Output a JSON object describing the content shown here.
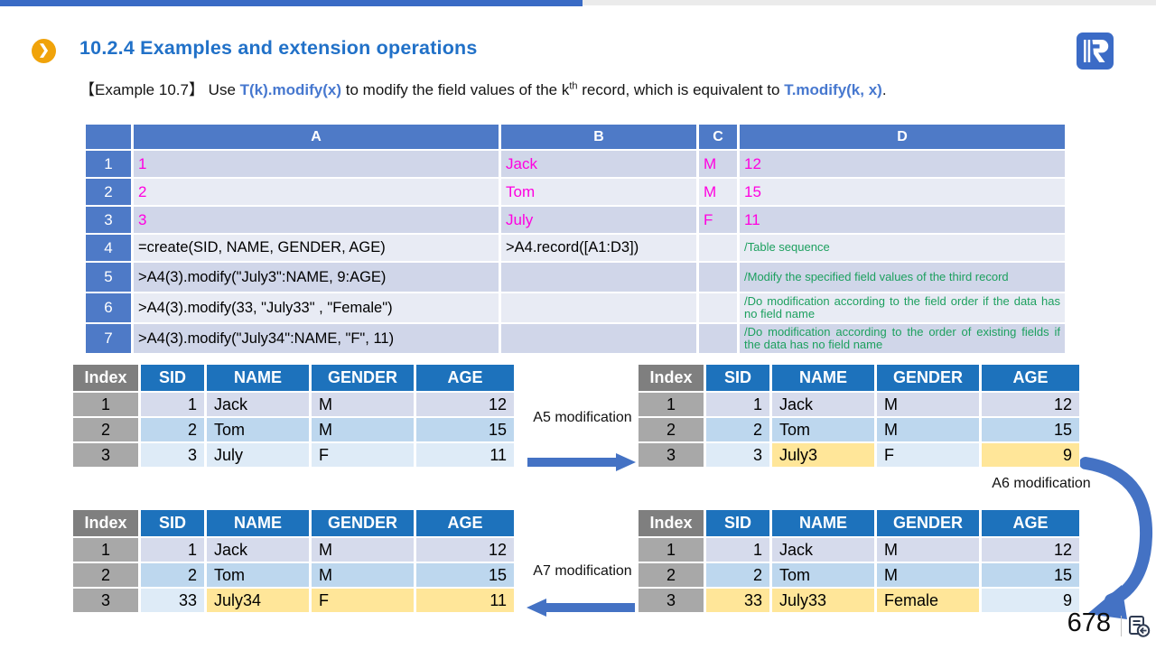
{
  "colors": {
    "accent_blue": "#2171C8",
    "bar_blue": "#3A6BC5",
    "bar_gray": "#EBEBEB",
    "sheet_header_blue": "#4E7AC7",
    "sheet_band_dark": "#D0D6E9",
    "sheet_band_light": "#E8EBF4",
    "value_magenta": "#FF00E0",
    "comment_green": "#1DA05F",
    "result_header_blue": "#1D72BC",
    "index_header_gray": "#7F7F7F",
    "index_cell_gray": "#A8A8A8",
    "row_lavender": "#D6DBEC",
    "row_blue": "#BDD7EE",
    "row_lightblue": "#DEEBF7",
    "highlight_yellow": "#FFE699",
    "arrow_blue": "#4472C4",
    "bullet_orange": "#F0A30A"
  },
  "header": {
    "title": "10.2.4 Examples and extension operations",
    "example_label": "【Example 10.7】",
    "seg_use": " Use ",
    "code1": "T(k).modify(x)",
    "seg_mid": " to modify the field values of the k",
    "superscript": "th",
    "seg_mid2": " record, which is equivalent to ",
    "code2": "T.modify(k, x)",
    "seg_end": "."
  },
  "spreadsheet": {
    "col_headers": [
      "",
      "A",
      "B",
      "C",
      "D"
    ],
    "rows": [
      {
        "num": "1",
        "a": "1",
        "b": "Jack",
        "c": "M",
        "d": "12",
        "style": "values"
      },
      {
        "num": "2",
        "a": "2",
        "b": "Tom",
        "c": "M",
        "d": "15",
        "style": "values"
      },
      {
        "num": "3",
        "a": "3",
        "b": "July",
        "c": "F",
        "d": "11",
        "style": "values"
      },
      {
        "num": "4",
        "a": "=create(SID, NAME,  GENDER, AGE)",
        "b": ">A4.record([A1:D3])",
        "c": "",
        "d": "/Table sequence",
        "style": "code"
      },
      {
        "num": "5",
        "a": ">A4(3).modify(\"July3\":NAME,  9:AGE)",
        "b": "",
        "c": "",
        "d": "/Modify the specified field values of the third record",
        "style": "code"
      },
      {
        "num": "6",
        "a": ">A4(3).modify(33, \"July33\" , \"Female\")",
        "b": "",
        "c": "",
        "d": "/Do modification according to the field order if the data has no field name",
        "style": "code"
      },
      {
        "num": "7",
        "a": ">A4(3).modify(\"July34\":NAME,  \"F\", 11)",
        "b": "",
        "c": "",
        "d": "/Do modification according to the order of existing fields if the data has no field name",
        "style": "code"
      }
    ]
  },
  "result_headers": [
    "Index",
    "SID",
    "NAME",
    "GENDER",
    "AGE"
  ],
  "result_tables": [
    {
      "key": "a4-original-top",
      "rows": [
        {
          "index": "1",
          "cells": [
            {
              "v": "1"
            },
            {
              "v": "Jack"
            },
            {
              "v": "M"
            },
            {
              "v": "12"
            }
          ]
        },
        {
          "index": "2",
          "cells": [
            {
              "v": "2"
            },
            {
              "v": "Tom"
            },
            {
              "v": "M"
            },
            {
              "v": "15"
            }
          ]
        },
        {
          "index": "3",
          "cells": [
            {
              "v": "3"
            },
            {
              "v": "July"
            },
            {
              "v": "F"
            },
            {
              "v": "11"
            }
          ]
        }
      ]
    },
    {
      "key": "a5-result",
      "rows": [
        {
          "index": "1",
          "cells": [
            {
              "v": "1"
            },
            {
              "v": "Jack"
            },
            {
              "v": "M"
            },
            {
              "v": "12"
            }
          ]
        },
        {
          "index": "2",
          "cells": [
            {
              "v": "2"
            },
            {
              "v": "Tom"
            },
            {
              "v": "M"
            },
            {
              "v": "15"
            }
          ]
        },
        {
          "index": "3",
          "cells": [
            {
              "v": "3"
            },
            {
              "v": "July3",
              "hl": true
            },
            {
              "v": "F"
            },
            {
              "v": "9",
              "hl": true
            }
          ]
        }
      ]
    },
    {
      "key": "a7-result",
      "rows": [
        {
          "index": "1",
          "cells": [
            {
              "v": "1"
            },
            {
              "v": "Jack"
            },
            {
              "v": "M"
            },
            {
              "v": "12"
            }
          ]
        },
        {
          "index": "2",
          "cells": [
            {
              "v": "2"
            },
            {
              "v": "Tom"
            },
            {
              "v": "M"
            },
            {
              "v": "15"
            }
          ]
        },
        {
          "index": "3",
          "cells": [
            {
              "v": "33"
            },
            {
              "v": "July34",
              "hl": true
            },
            {
              "v": "F",
              "hl": true
            },
            {
              "v": "11",
              "hl": true
            }
          ]
        }
      ]
    },
    {
      "key": "a6-result",
      "rows": [
        {
          "index": "1",
          "cells": [
            {
              "v": "1"
            },
            {
              "v": "Jack"
            },
            {
              "v": "M"
            },
            {
              "v": "12"
            }
          ]
        },
        {
          "index": "2",
          "cells": [
            {
              "v": "2"
            },
            {
              "v": "Tom"
            },
            {
              "v": "M"
            },
            {
              "v": "15"
            }
          ]
        },
        {
          "index": "3",
          "cells": [
            {
              "v": "33",
              "hl": true
            },
            {
              "v": "July33",
              "hl": true
            },
            {
              "v": "Female",
              "hl": true
            },
            {
              "v": "9"
            }
          ]
        }
      ]
    }
  ],
  "annotations": {
    "a5": "A5 modification",
    "a6": "A6 modification",
    "a7": "A7 modification"
  },
  "footer": {
    "page_number": "678"
  }
}
